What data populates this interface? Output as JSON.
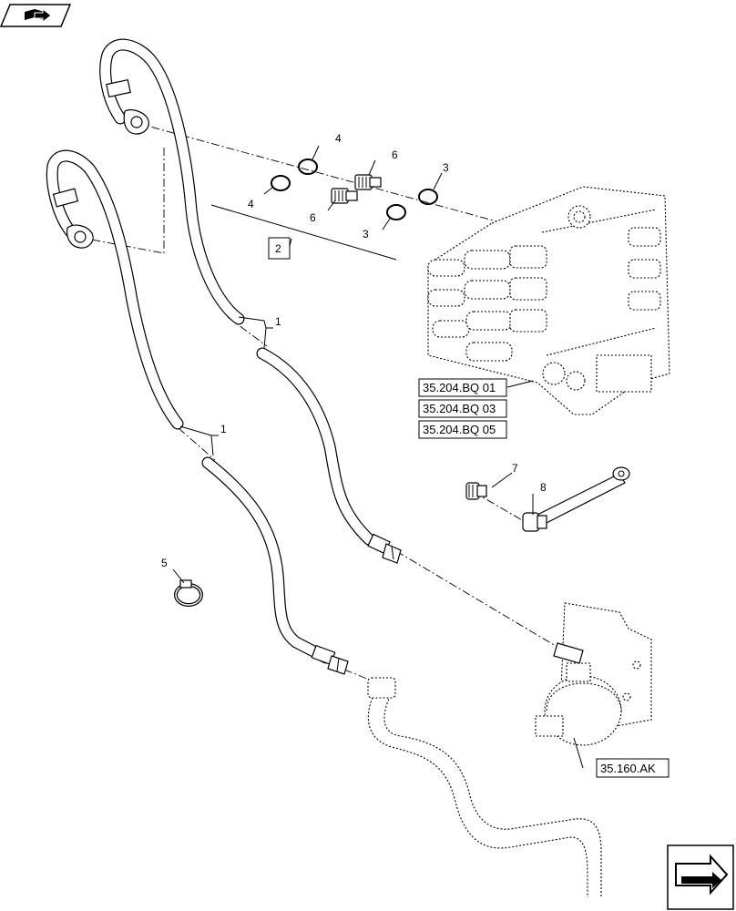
{
  "callouts": {
    "c1a": "1",
    "c1b": "1",
    "c2": "2",
    "c3a": "3",
    "c3b": "3",
    "c4a": "4",
    "c4b": "4",
    "c5": "5",
    "c6a": "6",
    "c6b": "6",
    "c7": "7",
    "c8": "8"
  },
  "references": {
    "bq01": "35.204.BQ 01",
    "bq03": "35.204.BQ 03",
    "bq05": "35.204.BQ 05",
    "ak": "35.160.AK"
  },
  "icons": {
    "top_left": "book-arrow-icon",
    "bottom_right": "next-page-arrow-icon"
  }
}
